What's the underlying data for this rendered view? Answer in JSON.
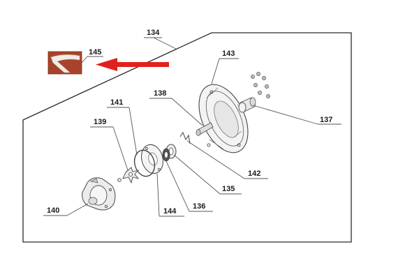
{
  "diagram": {
    "assembly_label": "134",
    "callouts": {
      "p135": "135",
      "p136": "136",
      "p137": "137",
      "p138": "138",
      "p139": "139",
      "p140": "140",
      "p141": "141",
      "p142": "142",
      "p143": "143",
      "p144": "144",
      "p145": "145"
    },
    "colors": {
      "arrow": "#e0201c",
      "inset_photo": "#a8432b",
      "frame": "#2a2a2a"
    }
  }
}
